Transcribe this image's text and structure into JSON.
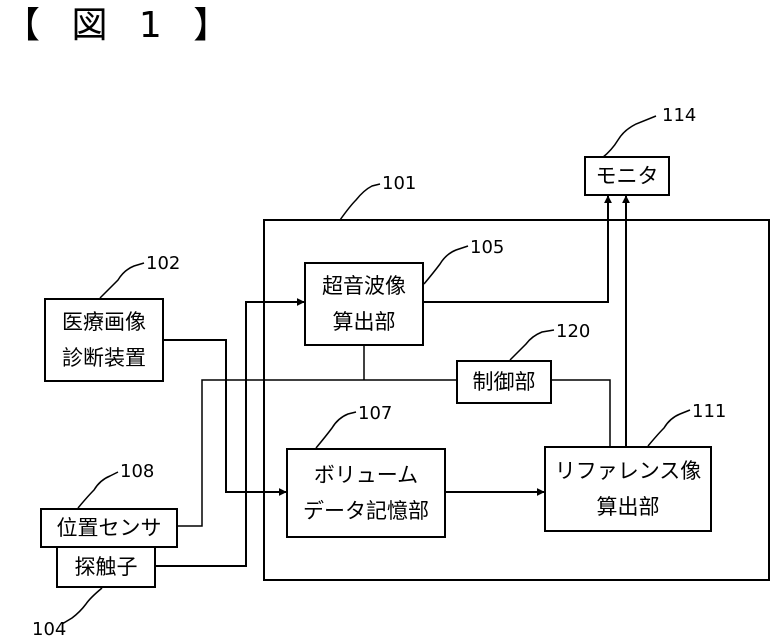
{
  "figure": {
    "title": "【 図 1 】"
  },
  "refs": {
    "r101": "101",
    "r102": "102",
    "r104": "104",
    "r105": "105",
    "r107": "107",
    "r108": "108",
    "r111": "111",
    "r114": "114",
    "r120": "120"
  },
  "blocks": {
    "monitor": [
      "モニタ"
    ],
    "ultrasound": [
      "超音波像",
      "算出部"
    ],
    "medical": [
      "医療画像",
      "診断装置"
    ],
    "control": [
      "制御部"
    ],
    "volume": [
      "ボリューム",
      "データ記憶部"
    ],
    "reference": [
      "リファレンス像",
      "算出部"
    ],
    "position_sensor": [
      "位置センサ"
    ],
    "probe": [
      "探触子"
    ]
  }
}
